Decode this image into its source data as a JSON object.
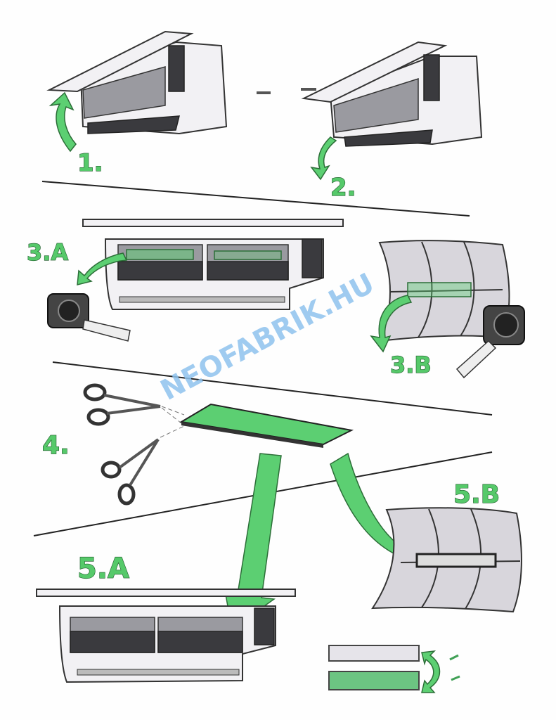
{
  "steps": {
    "s1": "1.",
    "s2": "2.",
    "s3a": "3.A",
    "s3b": "3.B",
    "s4": "4.",
    "s5a": "5.A",
    "s5b": "5.B"
  },
  "watermark": "NEOFABRIK.HU",
  "colors": {
    "accent": "#5ccf72",
    "watermark": "#8fc3ee"
  }
}
